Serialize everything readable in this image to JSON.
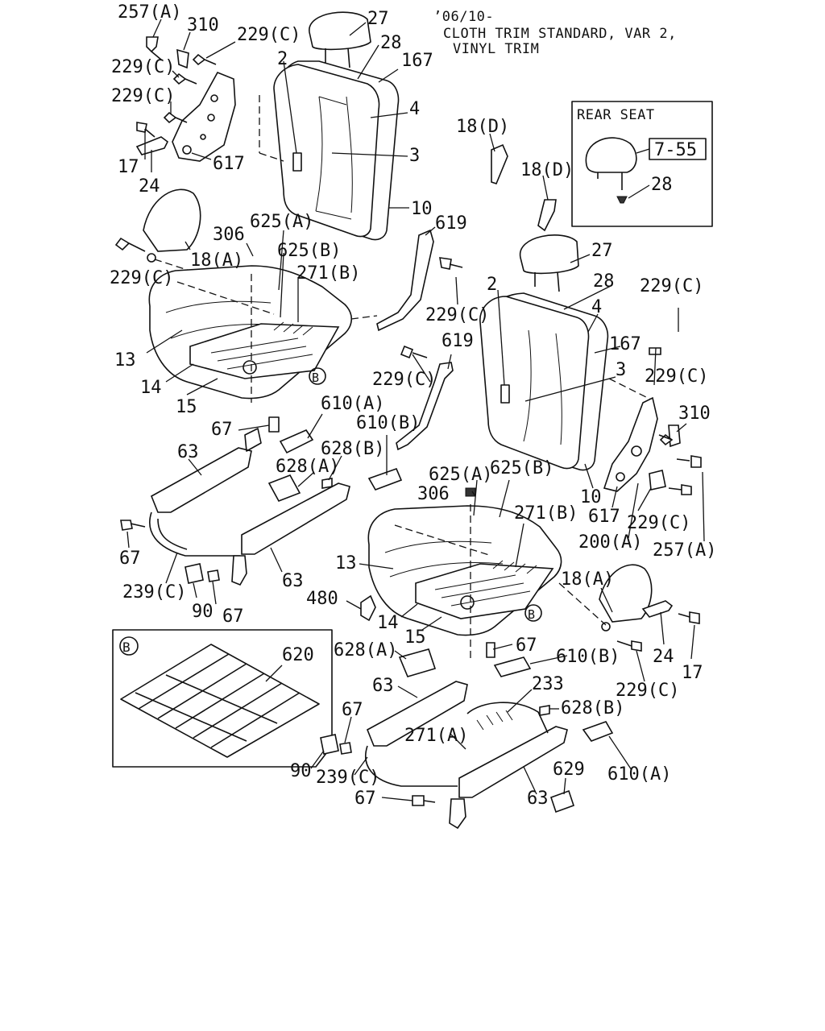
{
  "header": {
    "line1": "’06/10-",
    "line2": "CLOTH TRIM STANDARD, VAR 2,",
    "line3": "VINYL TRIM"
  },
  "rear_seat": {
    "title": "REAR SEAT",
    "ref": "7-55",
    "part": "28"
  },
  "detail_b": {
    "marker": "B",
    "part": "620"
  },
  "labels": {
    "L_257A_a": "257(A)",
    "L_310_a": "310",
    "L_229C_a": "229(C)",
    "L_229C_b": "229(C)",
    "L_229C_c": "229(C)",
    "L_17_a": "17",
    "L_24_a": "24",
    "L_617_a": "617",
    "L_18A_a": "18(A)",
    "L_229C_d": "229(C)",
    "L_27_a": "27",
    "L_28_a": "28",
    "L_167_a": "167",
    "L_2_a": "2",
    "L_4_a": "4",
    "L_3_a": "3",
    "L_10_a": "10",
    "L_306_a": "306",
    "L_625A_a": "625(A)",
    "L_625B_a": "625(B)",
    "L_271B_a": "271(B)",
    "L_13_a": "13",
    "L_14_a": "14",
    "L_15_a": "15",
    "L_B_a": "B",
    "L_619_a": "619",
    "L_229C_e": "229(C)",
    "L_18D_a": "18(D)",
    "L_18D_b": "18(D)",
    "L_610A_a": "610(A)",
    "L_67_a": "67",
    "L_63_a": "63",
    "L_628B_a": "628(B)",
    "L_628A_a": "628(A)",
    "L_67_b": "67",
    "L_239C_a": "239(C)",
    "L_90_a": "90",
    "L_67_c": "67",
    "L_63_b": "63",
    "L_27_b": "27",
    "L_28_b": "28",
    "L_229C_f": "229(C)",
    "L_2_b": "2",
    "L_4_b": "4",
    "L_167_b": "167",
    "L_3_b": "3",
    "L_229C_g": "229(C)",
    "L_619_b": "619",
    "L_229C_h": "229(C)",
    "L_310_b": "310",
    "L_610B_a": "610(B)",
    "L_10_b": "10",
    "L_617_b": "617",
    "L_229C_i": "229(C)",
    "L_200A_a": "200(A)",
    "L_257A_b": "257(A)",
    "L_625A_b": "625(A)",
    "L_625B_b": "625(B)",
    "L_306_b": "306",
    "L_271B_b": "271(B)",
    "L_13_b": "13",
    "L_18A_b": "18(A)",
    "L_480_a": "480",
    "L_14_b": "14",
    "L_15_b": "15",
    "L_B_b": "B",
    "L_24_b": "24",
    "L_17_b": "17",
    "L_628A_b": "628(A)",
    "L_67_d": "67",
    "L_610B_b": "610(B)",
    "L_229C_j": "229(C)",
    "L_63_c": "63",
    "L_233_a": "233",
    "L_67_e": "67",
    "L_628B_b": "628(B)",
    "L_271A_a": "271(A)",
    "L_90_b": "90",
    "L_239C_b": "239(C)",
    "L_629_a": "629",
    "L_610A_b": "610(A)",
    "L_67_f": "67",
    "L_63_d": "63"
  }
}
